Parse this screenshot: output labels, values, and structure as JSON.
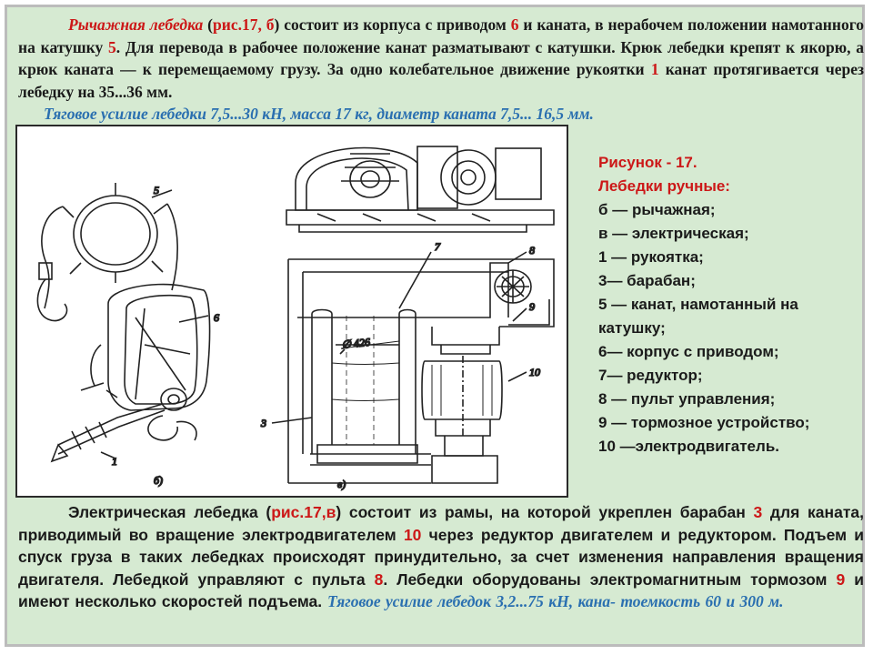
{
  "top_paragraph": {
    "t1": "Рычажная лебедка",
    "t2": " (",
    "t3": "рис.17, б",
    "t4": ") состоит из корпуса с приводом ",
    "t5": "6",
    "t6": " и каната, в нерабочем положении намотанного на катушку ",
    "t7": "5",
    "t8": ". Для перевода в рабочее положение канат разматывают с катушки. Крюк лебедки крепят к якорю, а крюк каната — к перемещаемому грузу. За одно колебательное движение рукоятки ",
    "t9": "1",
    "t10": " канат протягивается через лебедку на 35...36 мм.",
    "blue_line": "Тяговое усилие лебедки 7,5...30 кН, масса 17 кг, диаметр каната 7,5... 16,5 мм."
  },
  "figure": {
    "labels": {
      "n5": "5",
      "n6": "6",
      "n1": "1",
      "sub_b": "б)",
      "n7": "7",
      "n8": "8",
      "n9": "9",
      "n10": "10",
      "n3": "3",
      "dia": "∅ 426",
      "sub_v": "в)"
    }
  },
  "caption": {
    "title": "Рисунок - 17.",
    "subtitle": "Лебедки ручные:",
    "items": [
      "б — рычажная;",
      "в — электрическая;",
      "1 — рукоятка;",
      "3— барабан;",
      "5 — канат, намотанный на катушку;",
      "6— корпус с приводом;",
      "7— редуктор;",
      "8 — пульт управления;",
      "9 — тормозное устройство;",
      "10 —электродвигатель."
    ]
  },
  "bottom_paragraph": {
    "t1": "Электрическая лебедка (",
    "t2": "рис.17,в",
    "t3": ") состоит из рамы, на которой укреплен барабан ",
    "t4": "3",
    "t5": " для каната, приводимый во вращение электродвигателем ",
    "t6": "10",
    "t7": " через редуктор двигателем и редуктором. Подъем и спуск груза в таких лебедках происходят принудительно, за счет изменения направления вращения двигателя. Лебедкой управляют с пульта ",
    "t8": "8",
    "t9": ". Лебедки оборудованы электромагнитным тормозом ",
    "t10": "9",
    "t11": " и имеют несколько скоростей подъема. ",
    "blue": "Тяговое усилие лебедок 3,2...75 кН, кана- тоемкость 60 и 300 м."
  },
  "colors": {
    "background": "#d6ead2",
    "accent_red": "#cc1818",
    "accent_blue": "#2a6fb0"
  }
}
